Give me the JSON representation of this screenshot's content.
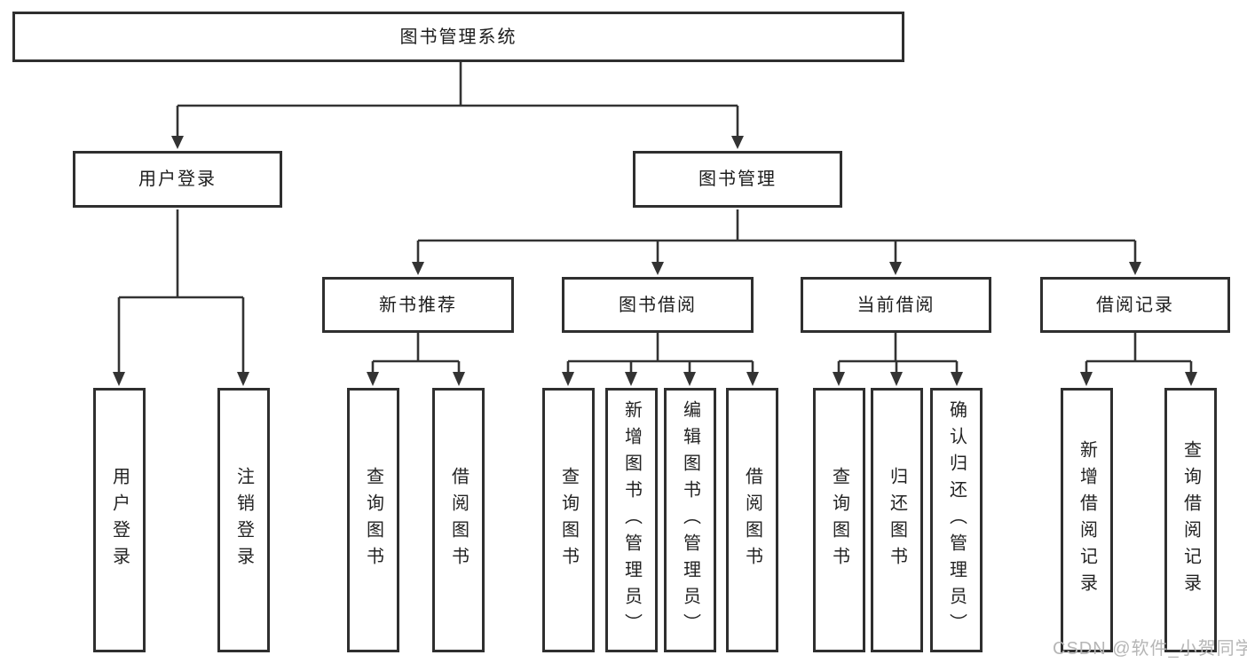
{
  "colors": {
    "background": "#ffffff",
    "line": "#333333",
    "box_border": "#2f2f2f",
    "box_fill": "#ffffff",
    "text": "#1c1c1c",
    "watermark": "#b6b6b6"
  },
  "tree": {
    "root": {
      "label": "图书管理系统"
    },
    "branches": [
      {
        "label": "用户登录",
        "children": [
          {
            "label": "用户登录"
          },
          {
            "label": "注销登录"
          }
        ]
      },
      {
        "label": "图书管理",
        "children": [
          {
            "label": "新书推荐",
            "children": [
              {
                "label": "查询图书"
              },
              {
                "label": "借阅图书"
              }
            ]
          },
          {
            "label": "图书借阅",
            "children": [
              {
                "label": "查询图书"
              },
              {
                "label": "新增图书（管理员）"
              },
              {
                "label": "编辑图书（管理员）"
              },
              {
                "label": "借阅图书"
              }
            ]
          },
          {
            "label": "当前借阅",
            "children": [
              {
                "label": "查询图书"
              },
              {
                "label": "归还图书"
              },
              {
                "label": "确认归还（管理员）"
              }
            ]
          },
          {
            "label": "借阅记录",
            "children": [
              {
                "label": "新增借阅记录"
              },
              {
                "label": "查询借阅记录"
              }
            ]
          }
        ]
      }
    ]
  },
  "watermark": {
    "text": "CSDN @软件_小贺同学"
  }
}
